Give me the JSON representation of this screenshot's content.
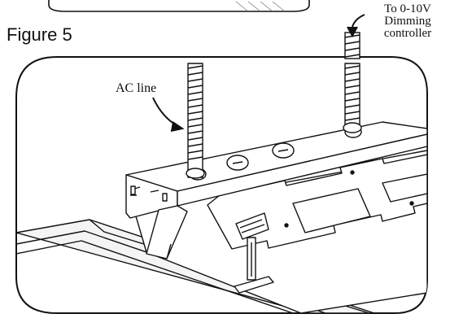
{
  "figure": {
    "title": "Figure 5",
    "label_ac": "AC line",
    "label_dim_1": "To 0-10V",
    "label_dim_2": "Dimming",
    "label_dim_3": "controller"
  }
}
